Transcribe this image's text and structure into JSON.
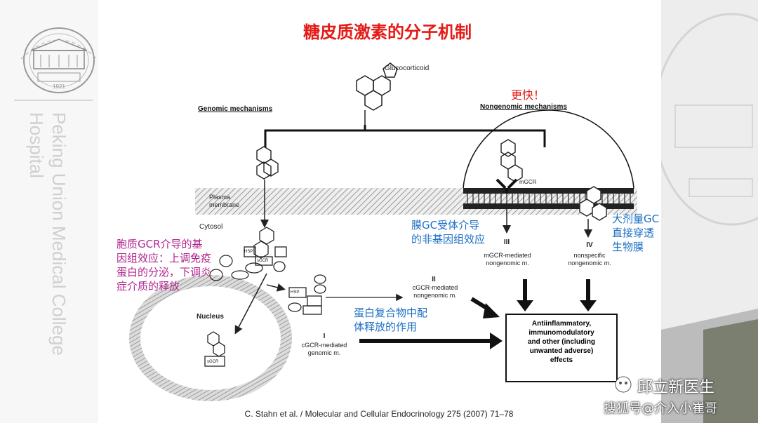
{
  "title": "糖皮质激素的分子机制",
  "faster": "更快！",
  "labels": {
    "glucocorticoid": "Glucocorticoid",
    "genomic": "Genomic mechanisms",
    "nongenomic": "Nongenomic mechanisms",
    "plasma": "Plasma",
    "membrane": "membrane",
    "cytosol": "Cytosol",
    "nucleus": "Nucleus",
    "mgcr": "mGCR",
    "hsp": "HSP",
    "sgcr": "sGCR",
    "roman_i": "I",
    "roman_ii": "II",
    "roman_iii": "III",
    "roman_iv": "IV",
    "i_line1": "cGCR-mediated",
    "i_line2": "genomic m.",
    "ii_line1": "cGCR-mediated",
    "ii_line2": "nongenomic m.",
    "iii_line1": "mGCR-mediated",
    "iii_line2": "nongenomic m.",
    "iv_line1": "nonspecific",
    "iv_line2": "nongenomic m."
  },
  "effects": [
    "Antiinflammatory,",
    "immunomodulatory",
    "and other (including",
    "unwanted adverse)",
    "effects"
  ],
  "annotations": {
    "pink": [
      "胞质GCR介导的基",
      "因组效应：上调免疫",
      "蛋白的分泌，下调炎",
      "症介质的释放"
    ],
    "blue_membrane": [
      "膜GC受体介导",
      "的非基因组效应"
    ],
    "blue_highdose": [
      "大剂量GC",
      "直接穿透",
      "生物膜"
    ],
    "blue_complex": [
      "蛋白复合物中配",
      "体释放的作用"
    ]
  },
  "citation": "C. Stahn et al. / Molecular and Cellular Endocrinology 275 (2007) 71–78",
  "side": {
    "vertical_en": "Peking Union Medical College Hospital",
    "logo_year": "1921"
  },
  "watermark": {
    "line1": "邱立新医生",
    "line2": "搜狐号@介入小崔哥"
  },
  "colors": {
    "red": "#e41b17",
    "pink": "#b2238e",
    "blue": "#1c6fc4"
  }
}
